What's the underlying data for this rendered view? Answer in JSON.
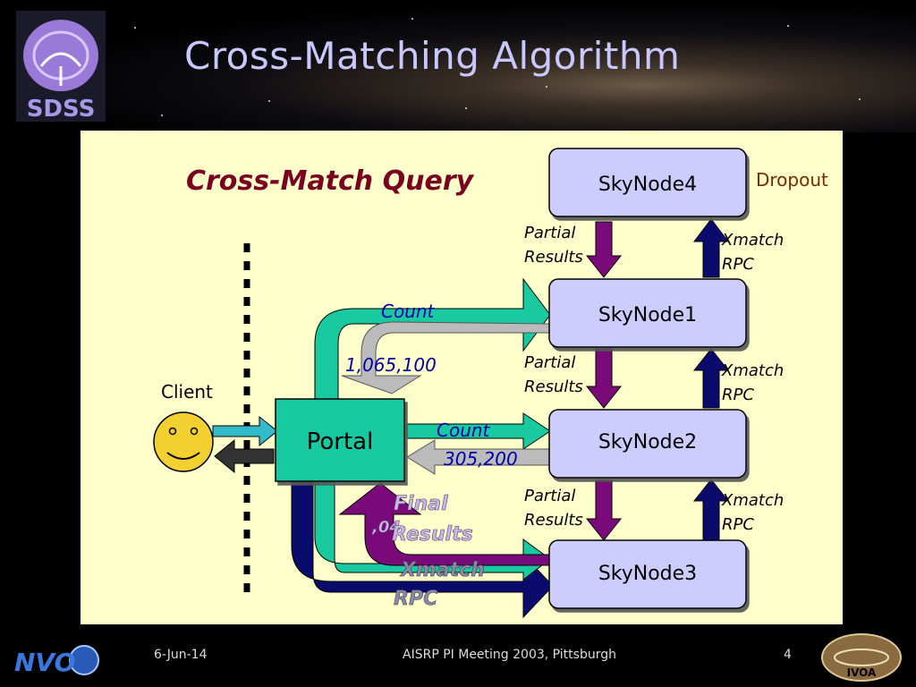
{
  "slide": {
    "title": "Cross-Matching Algorithm",
    "logo_text": "SDSS"
  },
  "diagram": {
    "heading": "Cross-Match Query",
    "nodes": {
      "skynode4": "SkyNode4",
      "skynode1": "SkyNode1",
      "skynode2": "SkyNode2",
      "skynode3": "SkyNode3",
      "portal": "Portal"
    },
    "dropout": "Dropout",
    "client": "Client",
    "partial_results_line1": "Partial",
    "partial_results_line2": "Results",
    "xmatch_line1": "Xmatch",
    "xmatch_line2": "RPC",
    "count1": "Count",
    "count1_value": "1,065,100",
    "count2": "Count",
    "count2_value": "305,200",
    "final_line1": "Final",
    "final_value": ",04",
    "final_line2": "Results",
    "bottom_xmatch_line1": "Xmatch",
    "bottom_xmatch_line2": "RPC"
  },
  "footer": {
    "date": "6-Jun-14",
    "event": "AISRP PI Meeting 2003, Pittsburgh",
    "page": "4",
    "left_logo": "NVO",
    "right_logo": "IVOA"
  }
}
